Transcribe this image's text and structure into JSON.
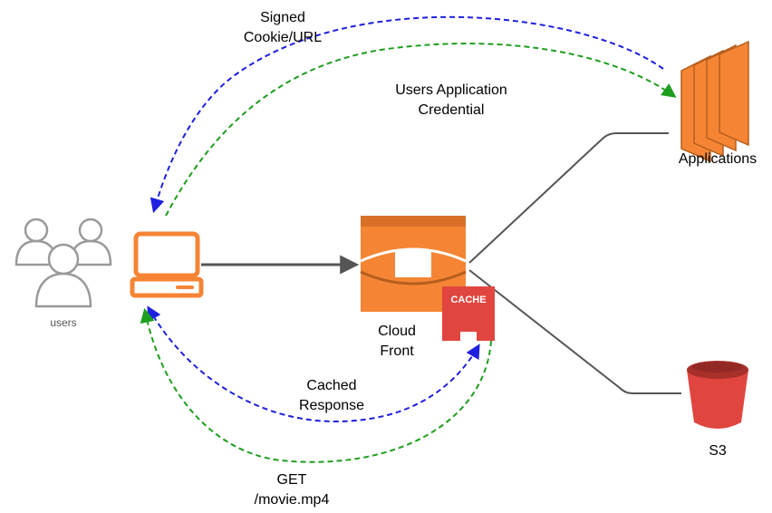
{
  "nodes": {
    "users": {
      "label": "users"
    },
    "cloudfront": {
      "label_line1": "Cloud",
      "label_line2": "Front"
    },
    "cache": {
      "label": "CACHE"
    },
    "applications": {
      "label": "Applications"
    },
    "s3": {
      "label": "S3"
    }
  },
  "edges": {
    "signed_cookie": {
      "line1": "Signed",
      "line2": "Cookie/URL"
    },
    "user_credential": {
      "line1": "Users Application",
      "line2": "Credential"
    },
    "cached_response": {
      "line1": "Cached",
      "line2": "Response"
    },
    "get_request": {
      "line1": "GET",
      "line2": "/movie.mp4"
    }
  },
  "colors": {
    "aws_orange": "#F58534",
    "aws_orange_dark": "#B55E1F",
    "cache_red": "#E0463F",
    "s3_red": "#E0463F",
    "s3_red_dark": "#A8302B",
    "blue_arrow": "#1F1FE0",
    "green_arrow": "#1E9E1E",
    "connector_gray": "#555555",
    "users_gray": "#9A9A9A"
  }
}
